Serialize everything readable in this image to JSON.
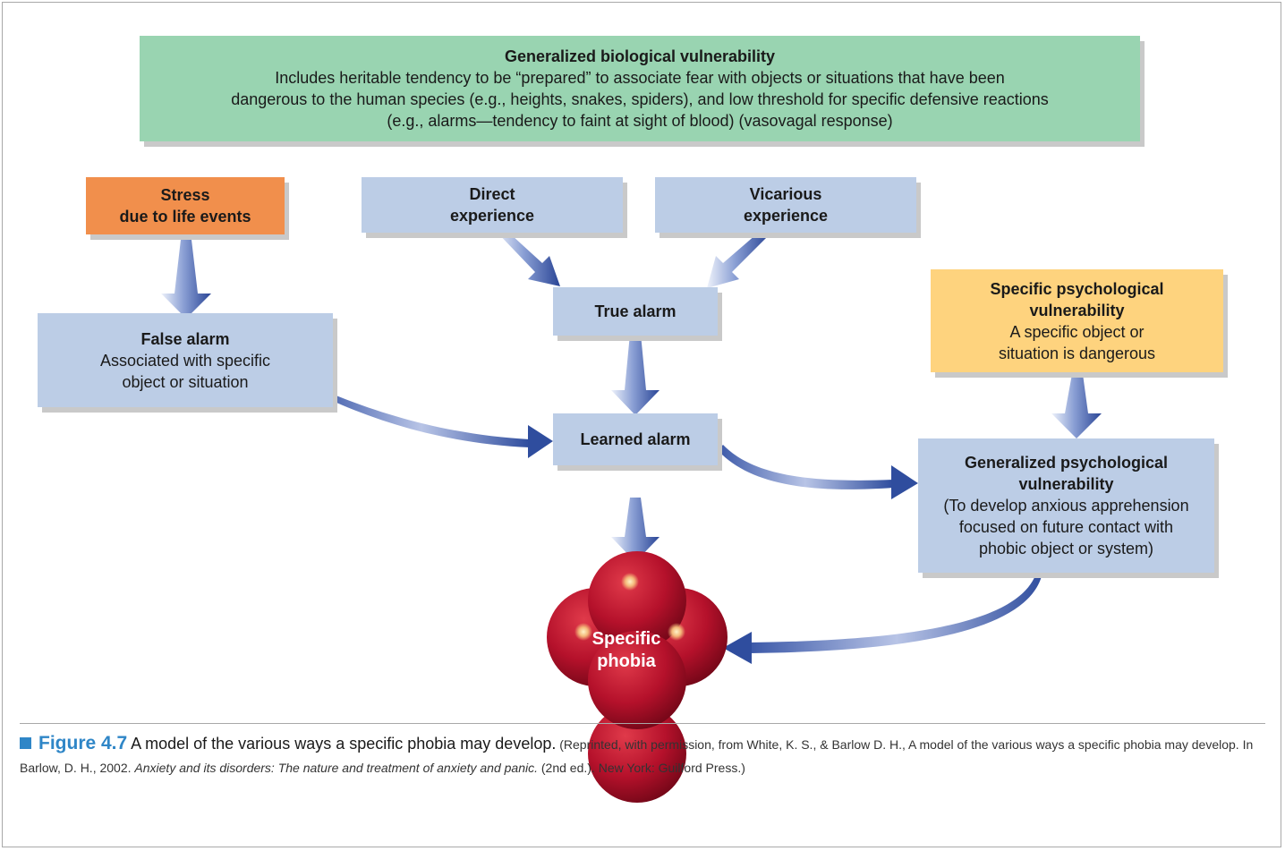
{
  "boxes": {
    "generalized_bio": {
      "title": "Generalized biological vulnerability",
      "line1": "Includes heritable tendency to be “prepared” to associate fear with objects or situations that have been",
      "line2": "dangerous to the human species (e.g., heights, snakes, spiders), and low threshold for specific defensive reactions",
      "line3": "(e.g., alarms—tendency to faint at sight of blood) (vasovagal response)"
    },
    "stress": {
      "line1": "Stress",
      "line2": "due to life events"
    },
    "direct": {
      "line1": "Direct",
      "line2": "experience"
    },
    "vicarious": {
      "line1": "Vicarious",
      "line2": "experience"
    },
    "true_alarm": {
      "title": "True alarm"
    },
    "false_alarm": {
      "title": "False alarm",
      "line1": "Associated with specific",
      "line2": "object or situation"
    },
    "learned_alarm": {
      "title": "Learned alarm"
    },
    "specific_psych": {
      "title1": "Specific psychological",
      "title2": "vulnerability",
      "line1": "A specific object or",
      "line2": "situation is dangerous"
    },
    "generalized_psych": {
      "title1": "Generalized psychological",
      "title2": "vulnerability",
      "line1": "(To develop anxious apprehension",
      "line2": "focused on future contact with",
      "line3": "phobic object or system)"
    }
  },
  "phobia": {
    "line1": "Specific",
    "line2": "phobia"
  },
  "caption": {
    "figure_label": "Figure 4.7",
    "main": "A model of the various ways a specific phobia may develop.",
    "credit_start": "(Reprinted, with permission, from White, K. S., & Barlow D. H., A model of the various ways a specific phobia may develop. In Barlow, D. H., 2002.",
    "credit_title": "Anxiety and its disorders: The nature and treatment of anxiety and panic.",
    "credit_end": "(2nd ed.). New York: Guilford Press.)"
  },
  "colors": {
    "box_blue": "#bccde6",
    "box_green": "#99d4b1",
    "box_orange": "#f18f4c",
    "box_yellow": "#fed37e",
    "arrow_blue": "#3b58a8",
    "sphere_red": "#b5112b",
    "caption_accent": "#2f86c7"
  }
}
